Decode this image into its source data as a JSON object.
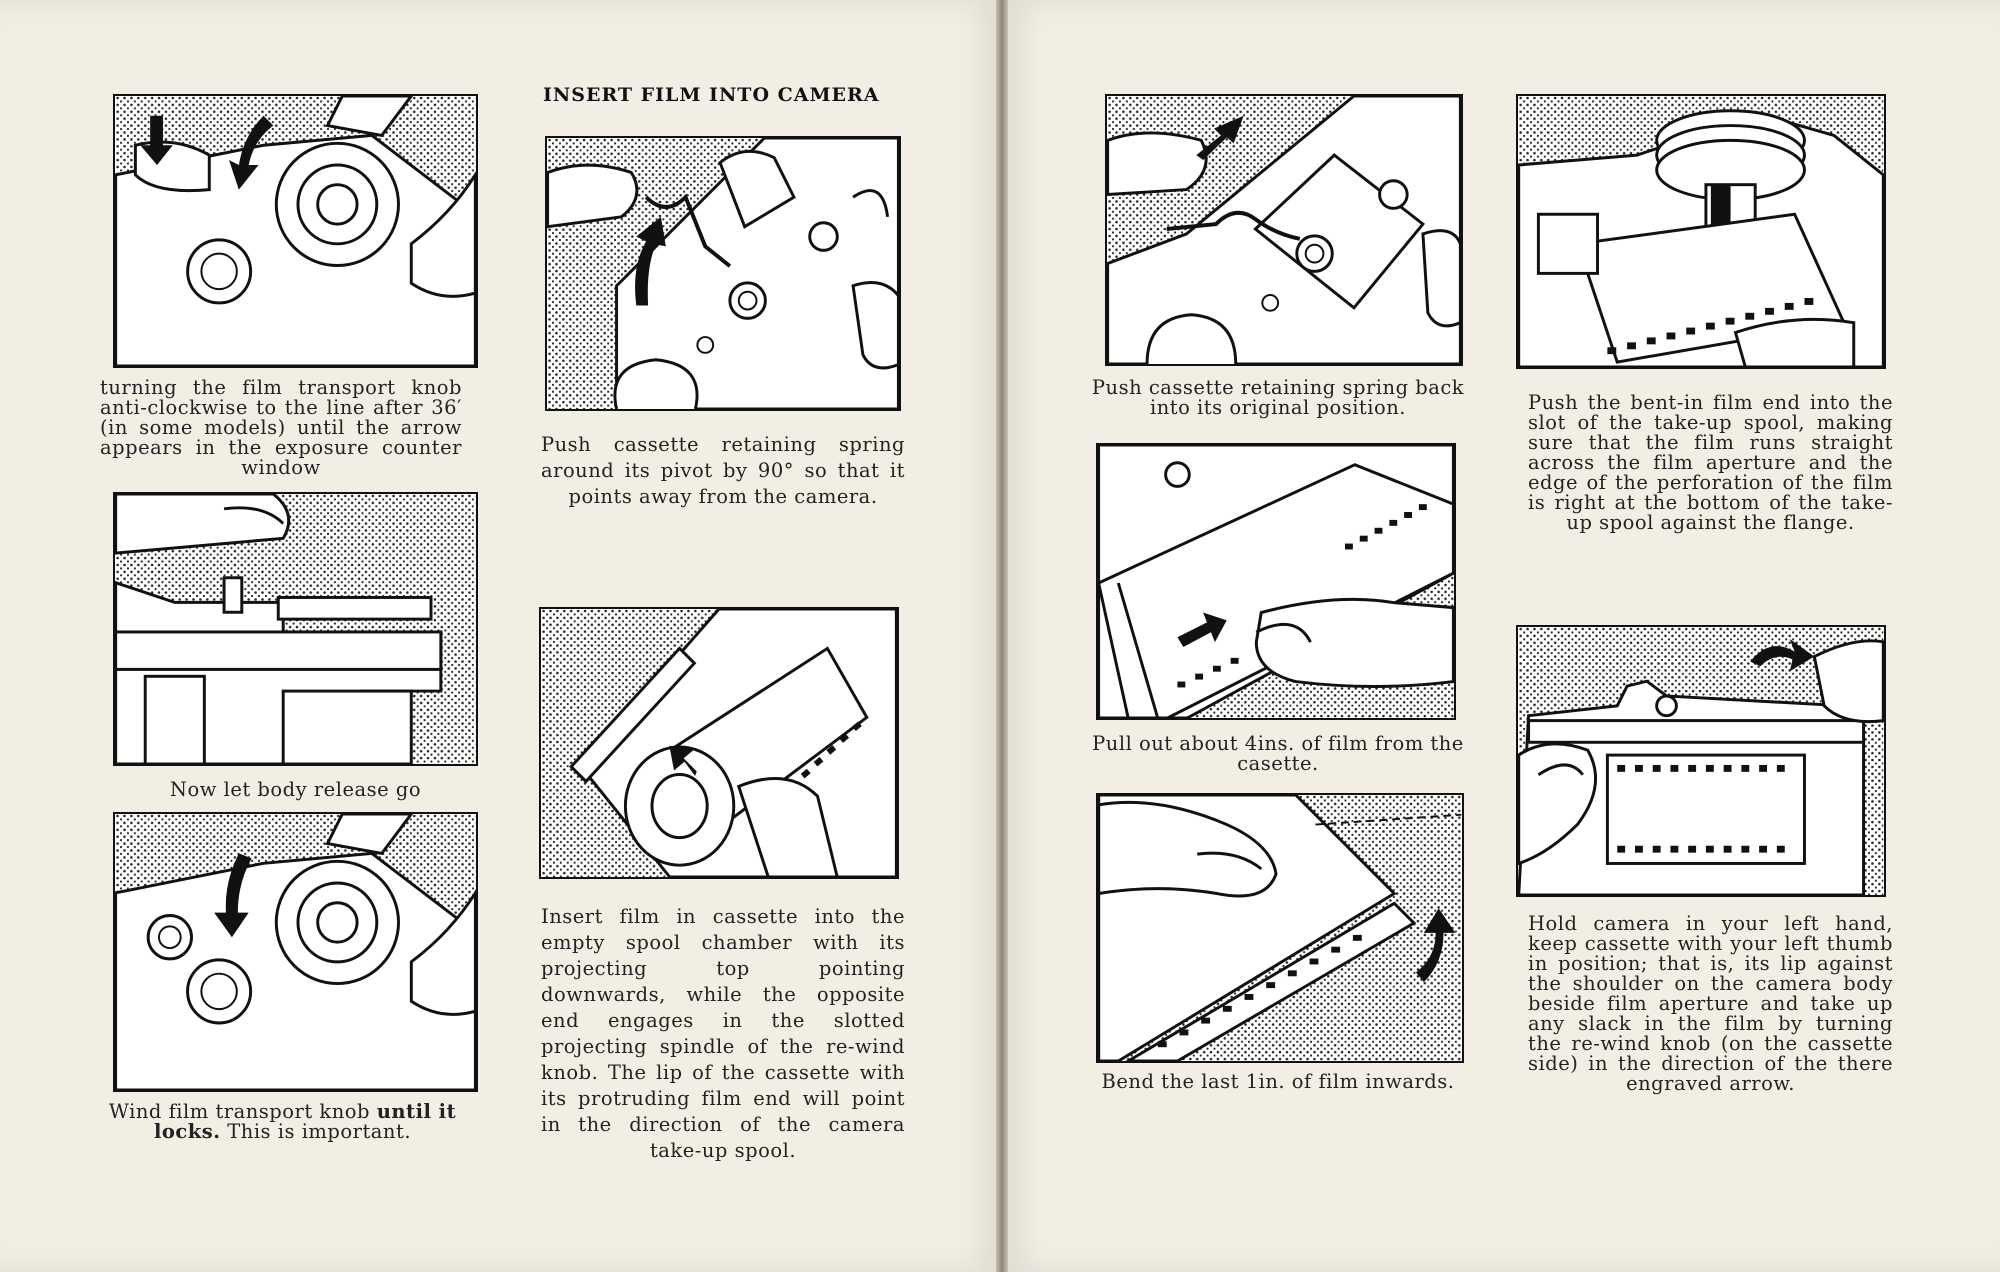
{
  "heading": "INSERT FILM INTO CAMERA",
  "steps": {
    "s1": "turning the film transport knob anti-clockwise to the line after 36′ (in some models) until the arrow appears in the exposure counter window",
    "s2": "Now let body release go",
    "s3_a": "Wind film transport knob",
    "s3_b": "until it locks.",
    "s3_c": "This is important.",
    "s4": "Push cassette retaining spring around its pivot by 90° so that it points away from the camera.",
    "s5": "Insert film in cassette into the empty spool chamber with its projecting top pointing downwards, while the opposite end engages in the slotted projecting spindle of the re-wind knob. The lip of the cassette with its protruding film end will point in the direction of the camera take-up spool.",
    "s6": "Push cassette retaining spring back into its original position.",
    "s7": "Pull out about 4ins. of film from the casette.",
    "s8": "Bend the last 1in. of film inwards.",
    "s9": "Push the bent-in film end into the slot of the take-up spool, making sure that the film runs straight across the film aperture and the edge of the perforation of the film is right at the bottom of the take-up spool against the flange.",
    "s10": "Hold camera in your left hand, keep cassette with your left thumb in position; that is, its lip against the shoulder on the camera body beside film aperture and take up any slack in the film by turning the re-wind knob (on the cassette side) in the direction of the there engraved arrow."
  },
  "illustrations": {
    "p1": "counter-knob-turn-illustration",
    "p2": "body-release-illustration",
    "p3": "wind-knob-illustration",
    "p4": "retaining-spring-open-illustration",
    "p5": "cassette-insert-illustration",
    "p6": "retaining-spring-close-illustration",
    "p7": "pull-film-illustration",
    "p8": "bend-film-illustration",
    "p9": "take-up-spool-illustration",
    "p10": "hold-camera-illustration"
  },
  "colors": {
    "paper": "#f2eee4",
    "ink": "#111111"
  }
}
